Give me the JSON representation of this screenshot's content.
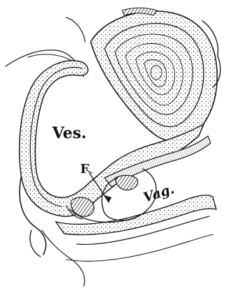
{
  "figure": {
    "labels": {
      "bladder": "Ves.",
      "vagina": "Vag.",
      "fistula": "F"
    },
    "colors": {
      "ink": "#1a1a1a",
      "paper": "#ffffff"
    }
  }
}
